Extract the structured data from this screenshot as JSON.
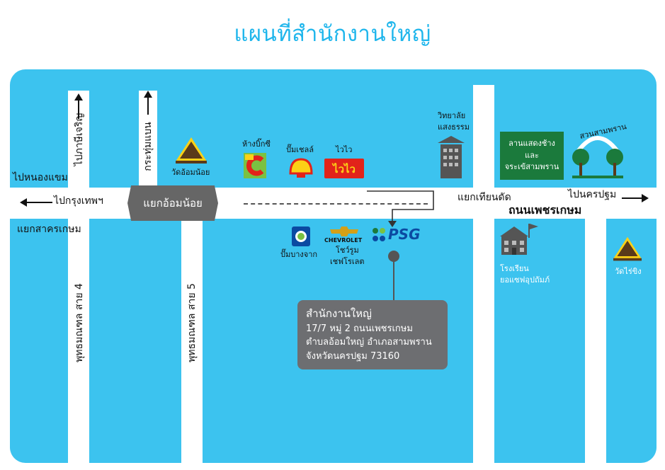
{
  "title": "แผนที่สำนักงานใหญ่",
  "colors": {
    "background": "#3cc3ef",
    "road": "#ffffff",
    "title": "#1fb6ec",
    "infobox": "#6d6e71",
    "junction": "#666666"
  },
  "labels": {
    "to_bangkok": "ไปกรุงเทพฯ",
    "to_nong_khaem": "ไปหนองแขม",
    "samut_sakhon_junction": "แยกสาครเกษม",
    "to_phasi_charoen": "ไปภาษีเจริญ",
    "krathum_baen": "กระทุ่มแบน",
    "wat_om_noi": "วัดอ้อมน้อย",
    "om_noi_junction": "แยกอ้อมน้อย",
    "big_c": "ห้างบิ๊กซี",
    "shell": "ปั๊มเชลล์",
    "thai_watsadu": "ไวไว",
    "college_line1": "วิทยาลัย",
    "college_line2": "แสงธรรม",
    "elephant_line1": "ลานแสดงช้าง",
    "elephant_line2": "และ",
    "elephant_line3": "จระเข้สามพราน",
    "sampran_garden": "สวนสามพราน",
    "thian_dat_junction": "แยกเทียนดัด",
    "to_nakhon_pathom": "ไปนครปฐม",
    "phetkasem_road": "ถนนเพชรเกษม",
    "bangchak": "ปั๊มบางจาก",
    "chevrolet_line1": "โชว์รูม",
    "chevrolet_line2": "เชฟโรเลต",
    "chevrolet_brand": "CHEVROLET",
    "psg_brand": "PSG",
    "school_line1": "โรงเรียน",
    "school_line2": "ยอแซฟอุปถัมภ์",
    "wat_rai_khing": "วัดไร่ขิง",
    "phutthamonthon_4": "พุทธมณฑล สาย 4",
    "phutthamonthon_5": "พุทธมณฑล สาย 5"
  },
  "headquarters": {
    "title": "สำนักงานใหญ่",
    "address_line1": "17/7 หมู่ 2 ถนนเพชรเกษม",
    "address_line2": "ตำบลอ้อมใหญ่ อำเภอสามพราน",
    "address_line3": "จังหวัดนครปฐม 73160"
  }
}
